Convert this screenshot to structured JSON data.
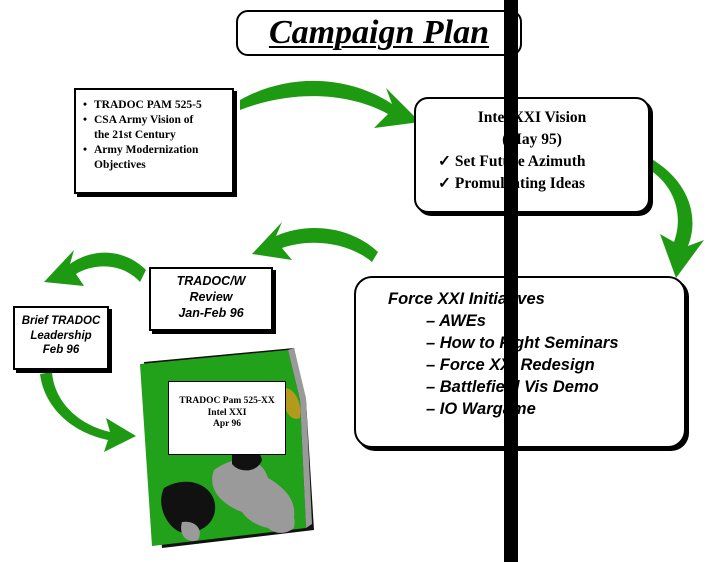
{
  "title": "Campaign Plan",
  "source_docs": {
    "items": [
      [
        "TRADOC PAM 525-5"
      ],
      [
        "CSA Army Vision of",
        "the 21st Century"
      ],
      [
        "Army Modernization",
        "Objectives"
      ]
    ]
  },
  "intel_box": {
    "lines": [
      "Intel XXI Vision",
      "(May 95)"
    ],
    "checks": [
      "Set Future Azimuth",
      "Promulgating Ideas"
    ]
  },
  "force_xxi": {
    "heading": "Force XXI Initiatives",
    "items": [
      "AWEs",
      "How to Fight Seminars",
      "Force XXI Redesign",
      "Battlefield Vis Demo",
      "IO Wargame"
    ]
  },
  "tradoc_review": {
    "lines": [
      "TRADOC/W",
      "Review",
      "Jan-Feb 96"
    ]
  },
  "brief": {
    "lines": [
      "Brief TRADOC",
      "Leadership",
      "Feb 96"
    ]
  },
  "pamphlet": {
    "lines": [
      "TRADOC Pam 525-XX",
      "Intel XXI",
      "Apr 96"
    ]
  },
  "colors": {
    "arrow": "#1e9a12",
    "book_green": "#22a11a",
    "camo_gray": "#9a9a9a",
    "camo_black": "#111111",
    "camo_olive": "#b39a1a"
  }
}
